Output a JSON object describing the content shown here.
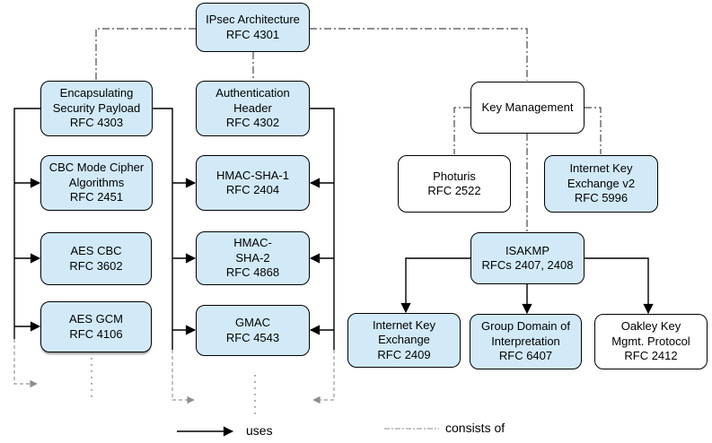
{
  "diagram_subject": "IPsec protocol suite relationship diagram",
  "nodes": {
    "ipsec": {
      "label": "IPsec Architecture\nRFC 4301"
    },
    "esp": {
      "label": "Encapsulating\nSecurity Payload\nRFC 4303"
    },
    "ah": {
      "label": "Authentication\nHeader\nRFC 4302"
    },
    "km": {
      "label": "Key Management"
    },
    "cbc": {
      "label": "CBC Mode Cipher\nAlgorithms\nRFC 2451"
    },
    "hmac1": {
      "label": "HMAC-SHA-1\nRFC 2404"
    },
    "photuris": {
      "label": "Photuris\nRFC 2522"
    },
    "ikev2": {
      "label": "Internet Key\nExchange v2\nRFC 5996"
    },
    "aescbc": {
      "label": "AES CBC\nRFC 3602"
    },
    "hmac2": {
      "label": "HMAC-\nSHA-2\nRFC 4868"
    },
    "isakmp": {
      "label": "ISAKMP\nRFCs 2407, 2408"
    },
    "aesgcm": {
      "label": "AES GCM\nRFC 4106"
    },
    "gmac": {
      "label": "GMAC\nRFC 4543"
    },
    "ike": {
      "label": "Internet Key\nExchange\nRFC 2409"
    },
    "gdoi": {
      "label": "Group Domain of\nInterpretation\nRFC 6407"
    },
    "oakley": {
      "label": "Oakley Key\nMgmt. Protocol\nRFC 2412"
    }
  },
  "legend": {
    "uses": "uses",
    "consists_of": "consists of"
  },
  "colors": {
    "box_fill_blue": "#d2eaf8",
    "box_fill_white": "#ffffff",
    "box_border": "#000000",
    "uses_connector": "#000000",
    "consists_of_connector": "#4a4a4a",
    "continuation_connector": "#999999"
  }
}
